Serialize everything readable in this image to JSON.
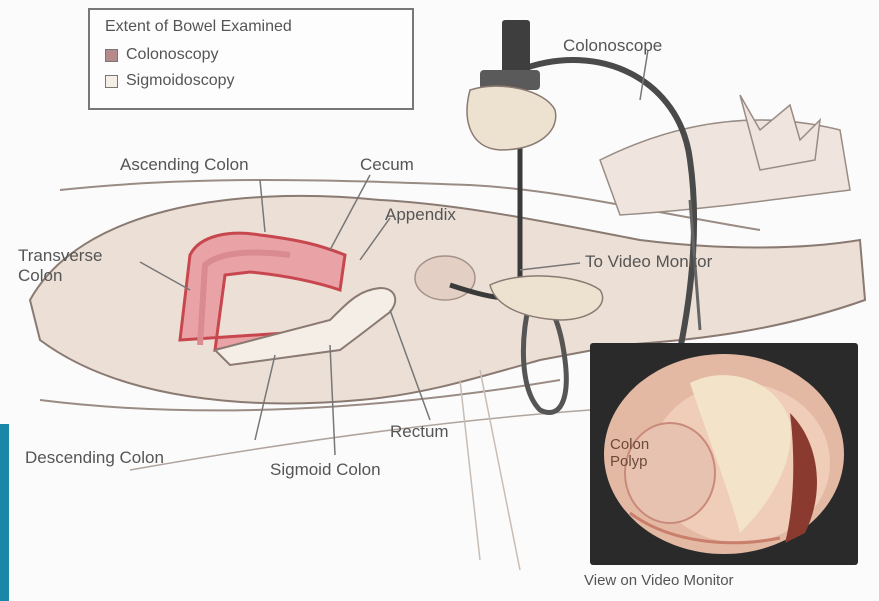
{
  "legend": {
    "title": "Extent of Bowel Examined",
    "items": [
      {
        "label": "Colonoscopy",
        "swatch": "#b58a8a"
      },
      {
        "label": "Sigmoidoscopy",
        "swatch": "#f4eee6"
      }
    ]
  },
  "labels": {
    "colonoscope": "Colonoscope",
    "ascending_colon": "Ascending Colon",
    "cecum": "Cecum",
    "appendix": "Appendix",
    "transverse_colon": "Transverse Colon",
    "to_video_monitor": "To Video Monitor",
    "rectum": "Rectum",
    "descending_colon": "Descending Colon",
    "sigmoid_colon": "Sigmoid Colon",
    "colon_polyp": "Colon Polyp",
    "view_on_video_monitor": "View on Video Monitor"
  },
  "colors": {
    "colon_highlight": "#e9a3a6",
    "colon_deep": "#c8474f",
    "skin": "#eadcd2",
    "accent_bar": "#1a86a8"
  }
}
